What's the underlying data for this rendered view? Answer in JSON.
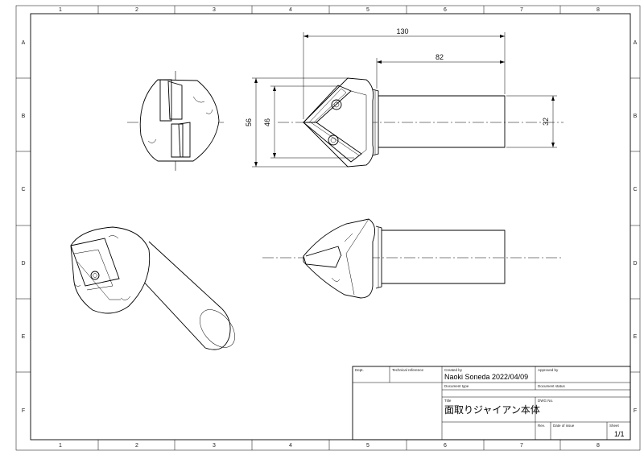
{
  "zones": {
    "columns": [
      "1",
      "2",
      "3",
      "4",
      "5",
      "6",
      "7",
      "8"
    ],
    "rows": [
      "A",
      "B",
      "C",
      "D",
      "E",
      "F"
    ]
  },
  "dimensions": {
    "overall_length": "130",
    "shank_length": "82",
    "outer_height": "56",
    "inner_height": "46",
    "shank_diameter": "32"
  },
  "title_block": {
    "dept_label": "Dept.",
    "tech_ref_label": "Technical reference",
    "created_by_label": "Created by",
    "created_by_value": "Naoki Soneda   2022/04/09",
    "approved_by_label": "Approved by",
    "doc_type_label": "Document type",
    "doc_status_label": "Document status",
    "title_label": "Title",
    "title_value": "面取りジャイアン本体",
    "dwg_no_label": "DWG No.",
    "rev_label": "Rev.",
    "issue_date_label": "Date of issue",
    "sheet_label": "Sheet",
    "sheet_value": "1/1"
  }
}
